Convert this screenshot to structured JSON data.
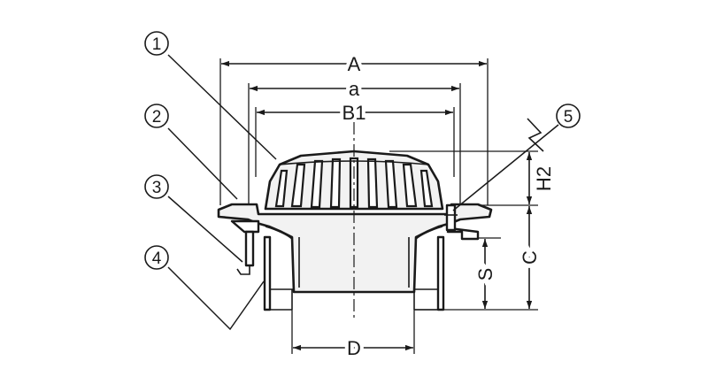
{
  "dimensions": {
    "A": "A",
    "a": "a",
    "B1": "B1",
    "H2": "H2",
    "C": "C",
    "S": "S",
    "D": "D"
  },
  "callouts": {
    "c1": "1",
    "c2": "2",
    "c3": "3",
    "c4": "4",
    "c5": "5"
  }
}
